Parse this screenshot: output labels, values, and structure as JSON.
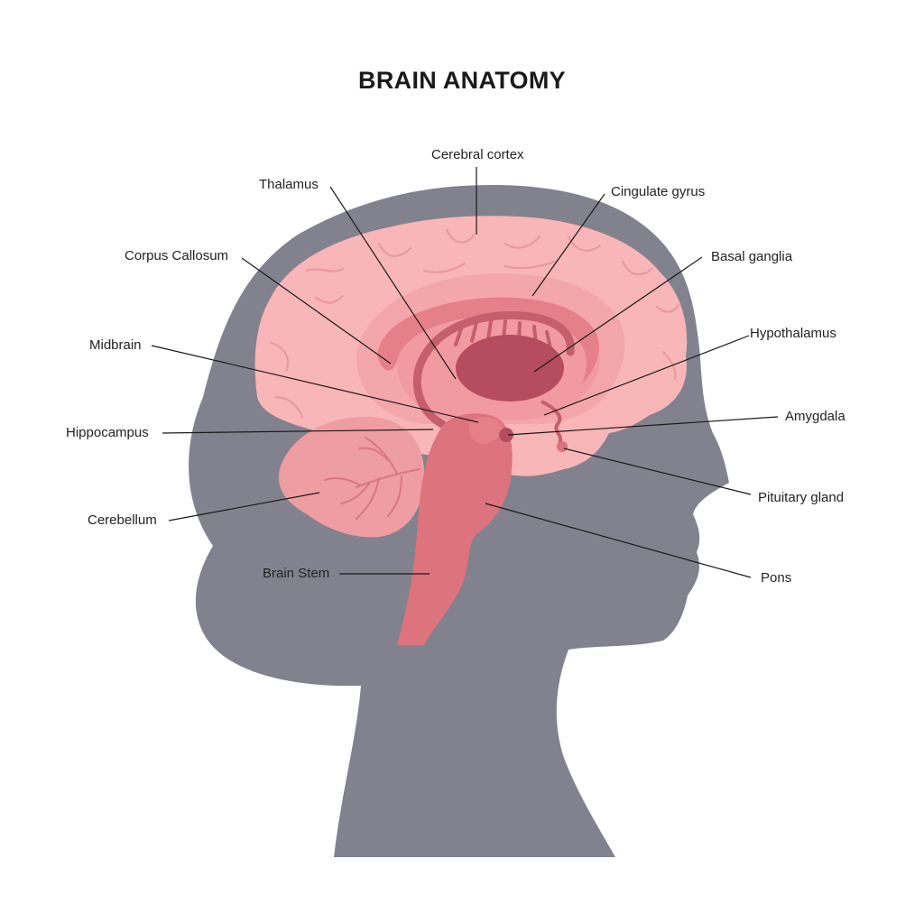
{
  "title": "BRAIN ANATOMY",
  "colors": {
    "head": "#82828e",
    "cortex": "#f8b6b8",
    "cortex_fold": "#e99a9f",
    "inner_ring": "#f19aa1",
    "corpus": "#e68088",
    "thalamus": "#b64c5f",
    "cerebellum": "#ee9da2",
    "brainstem": "#dd737c",
    "leader": "#1a1a1a"
  },
  "labels": {
    "cerebral_cortex": "Cerebral cortex",
    "thalamus": "Thalamus",
    "cingulate_gyrus": "Cingulate gyrus",
    "corpus_callosum": "Corpus Callosum",
    "basal_ganglia": "Basal ganglia",
    "midbrain": "Midbrain",
    "hypothalamus": "Hypothalamus",
    "hippocampus": "Hippocampus",
    "amygdala": "Amygdala",
    "pituitary_gland": "Pituitary gland",
    "cerebellum": "Cerebellum",
    "brain_stem": "Brain Stem",
    "pons": "Pons"
  }
}
